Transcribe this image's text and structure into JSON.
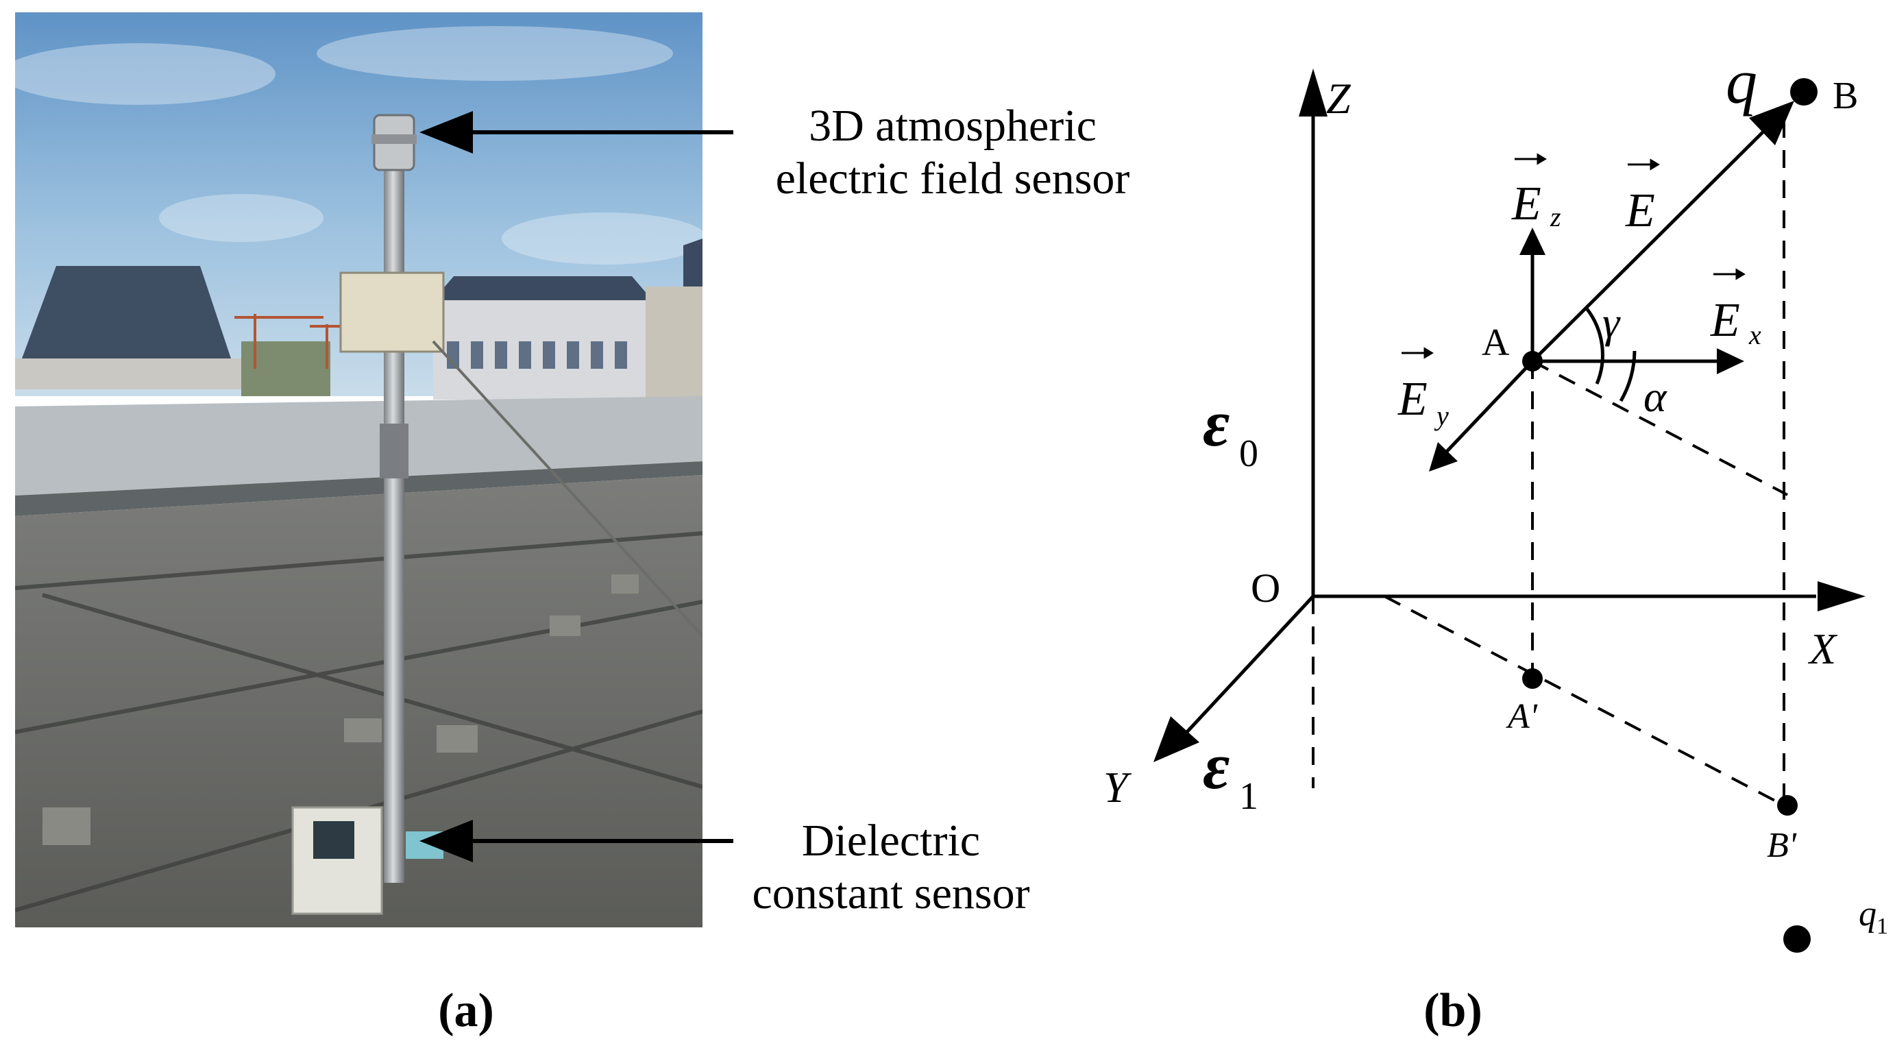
{
  "panel_a": {
    "label": "(a)",
    "callout_top": [
      "3D atmospheric",
      "electric field sensor"
    ],
    "callout_bottom": [
      "Dielectric",
      "constant sensor"
    ]
  },
  "panel_b": {
    "label": "(b)",
    "axes": {
      "z": "Z",
      "x": "X",
      "y": "Y",
      "origin": "O"
    },
    "media": {
      "upper_symbol": "ε",
      "upper_sub": "0",
      "lower_symbol": "ε",
      "lower_sub": "1"
    },
    "points": {
      "A": "A",
      "A_prime": "A'",
      "B": "B",
      "B_prime": "B'",
      "q": "q",
      "q1": "q",
      "q1_sub": "1"
    },
    "vectors": {
      "E": "E",
      "Ez_sub": "z",
      "Ex_sub": "x",
      "Ey_sub": "y"
    },
    "angles": {
      "gamma": "γ",
      "alpha": "α"
    }
  }
}
